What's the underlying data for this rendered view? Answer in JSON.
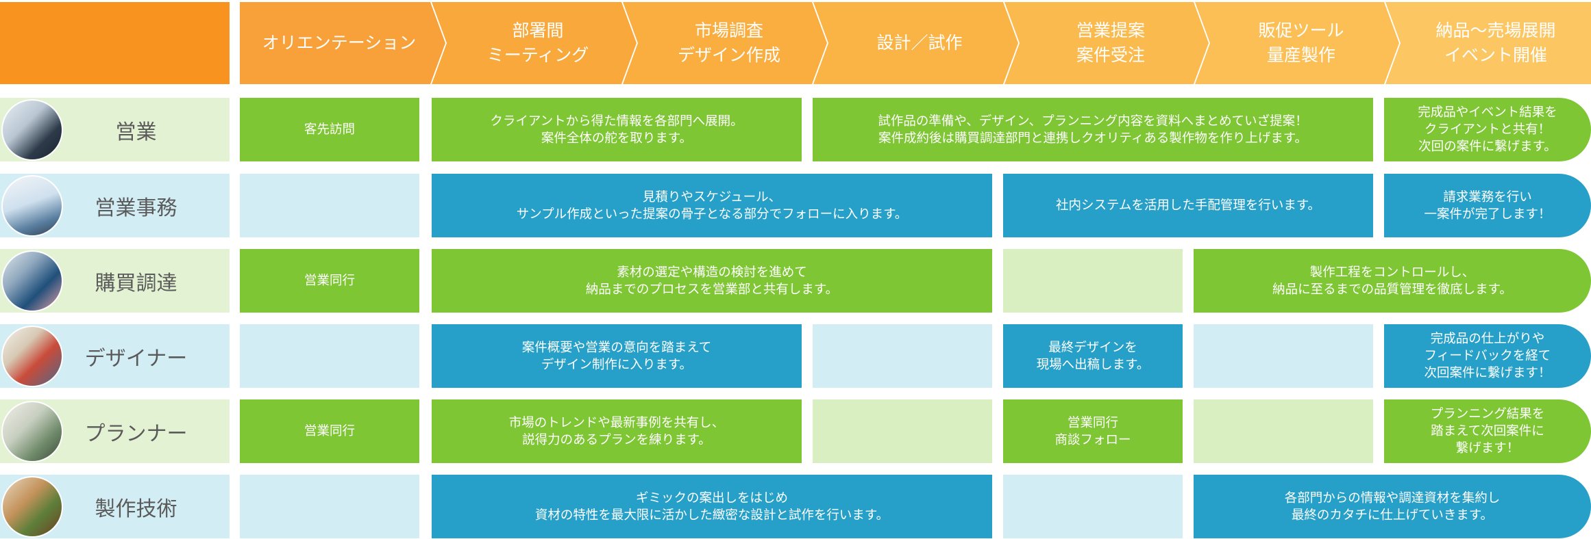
{
  "phases": [
    "オリエンテーション",
    "部署間\nミーティング",
    "市場調査\nデザイン作成",
    "設計／試作",
    "営業提案\n案件受注",
    "販促ツール\n量産製作",
    "納品〜売場展開\nイベント開催"
  ],
  "roles": [
    {
      "label": "営業",
      "cells": [
        {
          "text": "客先訪問"
        },
        {
          "text": "クライアントから得た情報を各部門へ展開。\n案件全体の舵を取ります。"
        },
        {
          "text": "試作品の準備や、デザイン、プランニング内容を資料へまとめていざ提案！\n案件成約後は購買調達部門と連携しクオリティある製作物を作り上げます。"
        },
        {
          "text": "完成品やイベント結果を\nクライアントと共有！\n次回の案件に繋げます。"
        }
      ]
    },
    {
      "label": "営業事務",
      "cells": [
        {
          "text": ""
        },
        {
          "text": "見積りやスケジュール、\nサンプル作成といった提案の骨子となる部分でフォローに入ります。"
        },
        {
          "text": "社内システムを活用した手配管理を行います。"
        },
        {
          "text": "請求業務を行い\n一案件が完了します！"
        }
      ]
    },
    {
      "label": "購買調達",
      "cells": [
        {
          "text": "営業同行"
        },
        {
          "text": "素材の選定や構造の検討を進めて\n納品までのプロセスを営業部と共有します。"
        },
        {
          "text": ""
        },
        {
          "text": "製作工程をコントロールし、\n納品に至るまでの品質管理を徹底します。"
        }
      ]
    },
    {
      "label": "デザイナー",
      "cells": [
        {
          "text": ""
        },
        {
          "text": "案件概要や営業の意向を踏まえて\nデザイン制作に入ります。"
        },
        {
          "text": ""
        },
        {
          "text": "最終デザインを\n現場へ出稿します。"
        },
        {
          "text": ""
        },
        {
          "text": "完成品の仕上がりや\nフィードバックを経て\n次回案件に繋げます！"
        }
      ]
    },
    {
      "label": "プランナー",
      "cells": [
        {
          "text": "営業同行"
        },
        {
          "text": "市場のトレンドや最新事例を共有し、\n説得力のあるプランを練ります。"
        },
        {
          "text": ""
        },
        {
          "text": "営業同行\n商談フォロー"
        },
        {
          "text": ""
        },
        {
          "text": "プランニング結果を\n踏まえて次回案件に\n繋げます！"
        }
      ]
    },
    {
      "label": "製作技術",
      "cells": [
        {
          "text": ""
        },
        {
          "text": "ギミックの案出しをはじめ\n資材の特性を最大限に活かした緻密な設計と試作を行います。"
        },
        {
          "text": ""
        },
        {
          "text": "各部門からの情報や調達資材を集約し\n最終のカタチに仕上げていきます。"
        }
      ]
    }
  ],
  "colors": {
    "phase_gradient": [
      "#f7931e",
      "#fab54a",
      "#fcc663"
    ],
    "green": "#7ec634",
    "blue": "#26a0c8",
    "light_green": "#d9efc2",
    "light_blue": "#d3edf5"
  }
}
